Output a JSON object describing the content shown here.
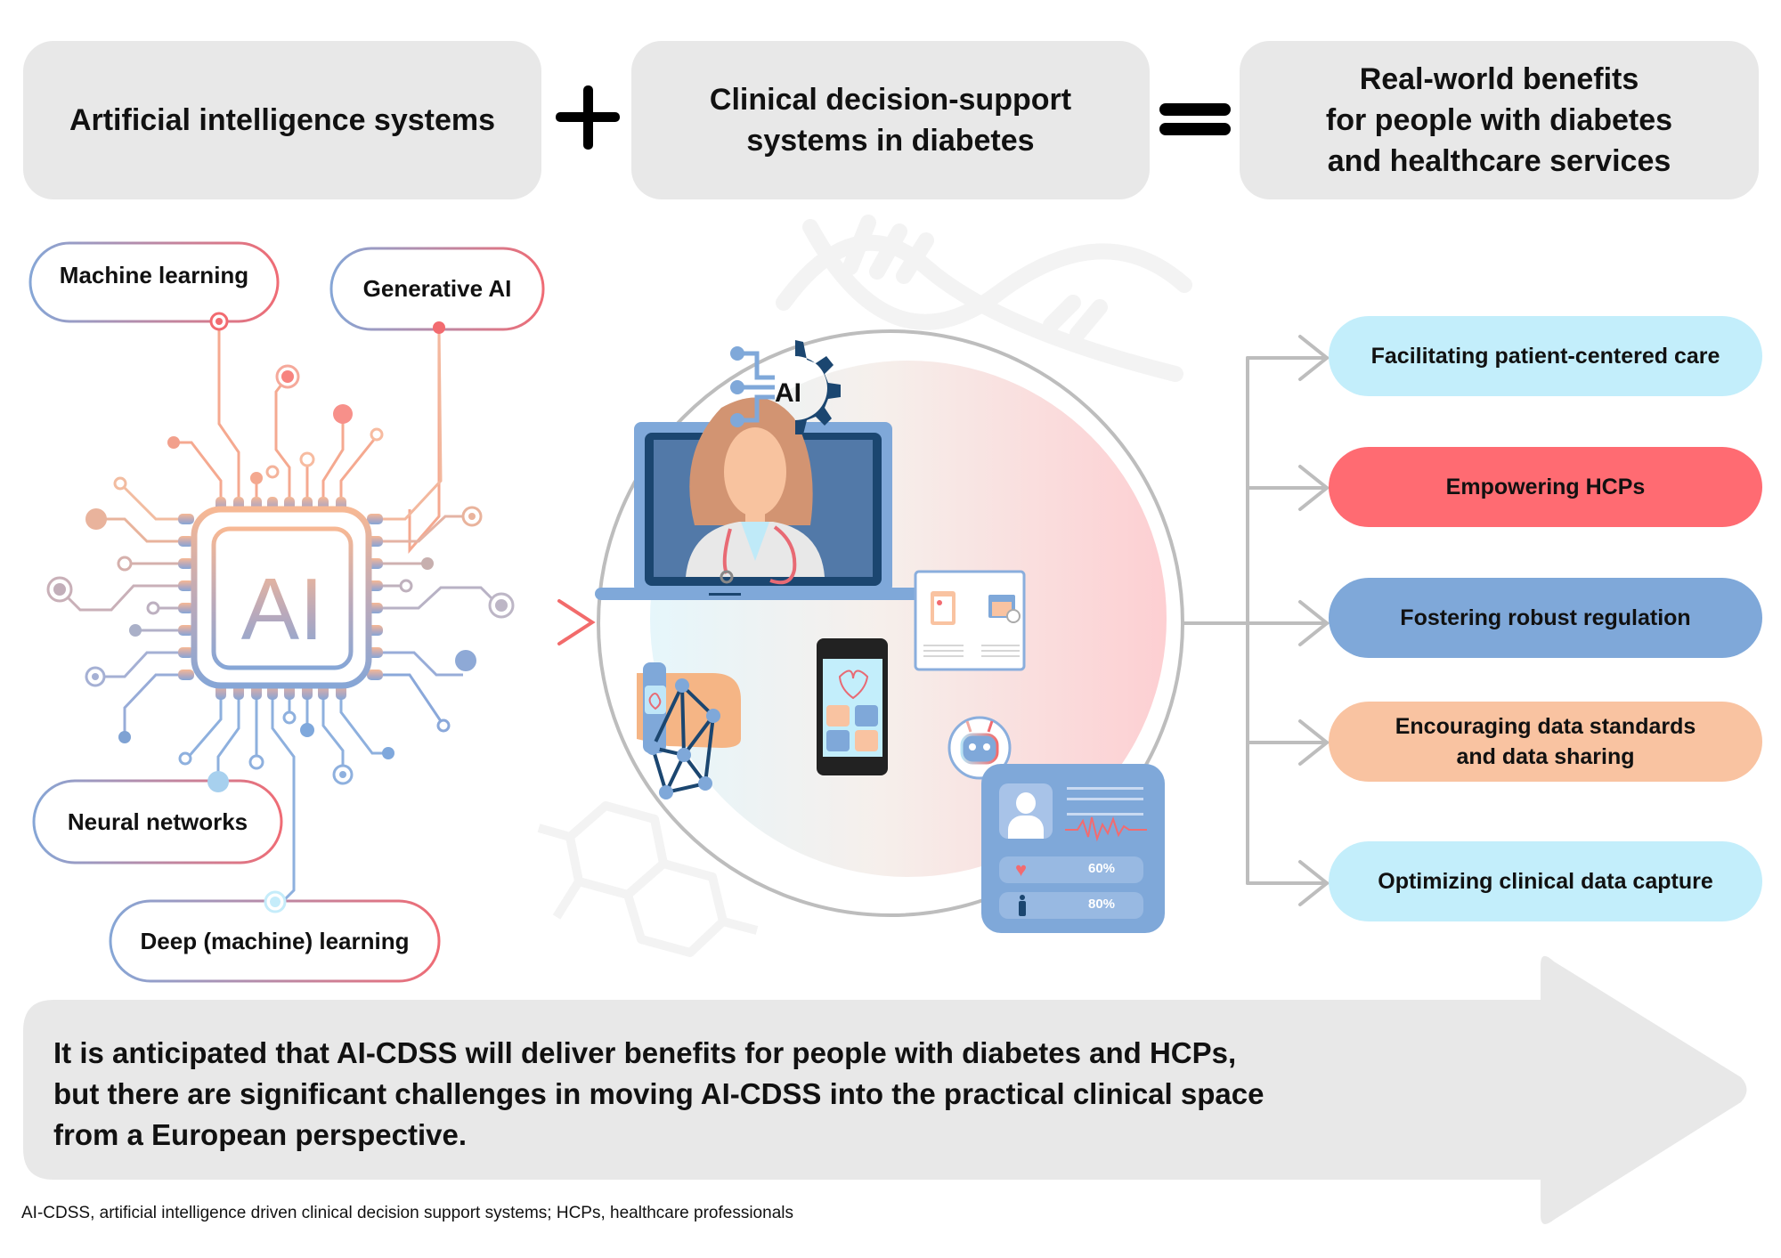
{
  "header": {
    "box1": {
      "lines": [
        "Artificial intelligence systems"
      ]
    },
    "operator_plus": "plus-icon",
    "box2": {
      "lines": [
        "Clinical decision-support",
        "systems in diabetes"
      ]
    },
    "operator_equals": "equals-icon",
    "box3": {
      "lines": [
        "Real-world benefits",
        "for people with diabetes",
        "and healthcare services"
      ]
    }
  },
  "ai_types": [
    {
      "label": "Machine learning"
    },
    {
      "label": "Generative AI"
    },
    {
      "label": "Neural networks"
    },
    {
      "label": "Deep (machine) learning"
    }
  ],
  "chip": {
    "label": "AI"
  },
  "illustration": {
    "ai_gear_label": "AI",
    "patient_card": {
      "heart_rate": "60%",
      "activity": "80%"
    },
    "icons": [
      "doctor-laptop-icon",
      "ai-gear-icon",
      "medical-records-icon",
      "smartwatch-icon",
      "smartphone-health-app-icon",
      "chatbot-icon",
      "network-icon",
      "patient-card-icon"
    ]
  },
  "benefits": [
    {
      "lines": [
        "Facilitating patient-centered care"
      ],
      "color": "#c3eefb"
    },
    {
      "lines": [
        "Empowering HCPs"
      ],
      "color": "#ff6b72"
    },
    {
      "lines": [
        "Fostering robust regulation"
      ],
      "color": "#7fa8d9"
    },
    {
      "lines": [
        "Encouraging data standards",
        "and data sharing"
      ],
      "color": "#f9c3a1"
    },
    {
      "lines": [
        "Optimizing clinical data capture"
      ],
      "color": "#c3eefb"
    }
  ],
  "summary": {
    "lines": [
      "It is anticipated that AI-CDSS will deliver benefits for people with diabetes and HCPs,",
      "but there are significant challenges in moving AI-CDSS into the practical clinical space",
      "from a European perspective."
    ]
  },
  "footnote": "AI-CDSS, artificial intelligence driven clinical decision support systems; HCPs, healthcare professionals",
  "colors": {
    "box_gray": "#e8e8e8",
    "accent_red": "#f26b70",
    "accent_blue": "#7fa8d9",
    "accent_peach": "#f9c3a1",
    "dark_navy": "#1b4670",
    "connector_gray": "#bdbdbd"
  }
}
